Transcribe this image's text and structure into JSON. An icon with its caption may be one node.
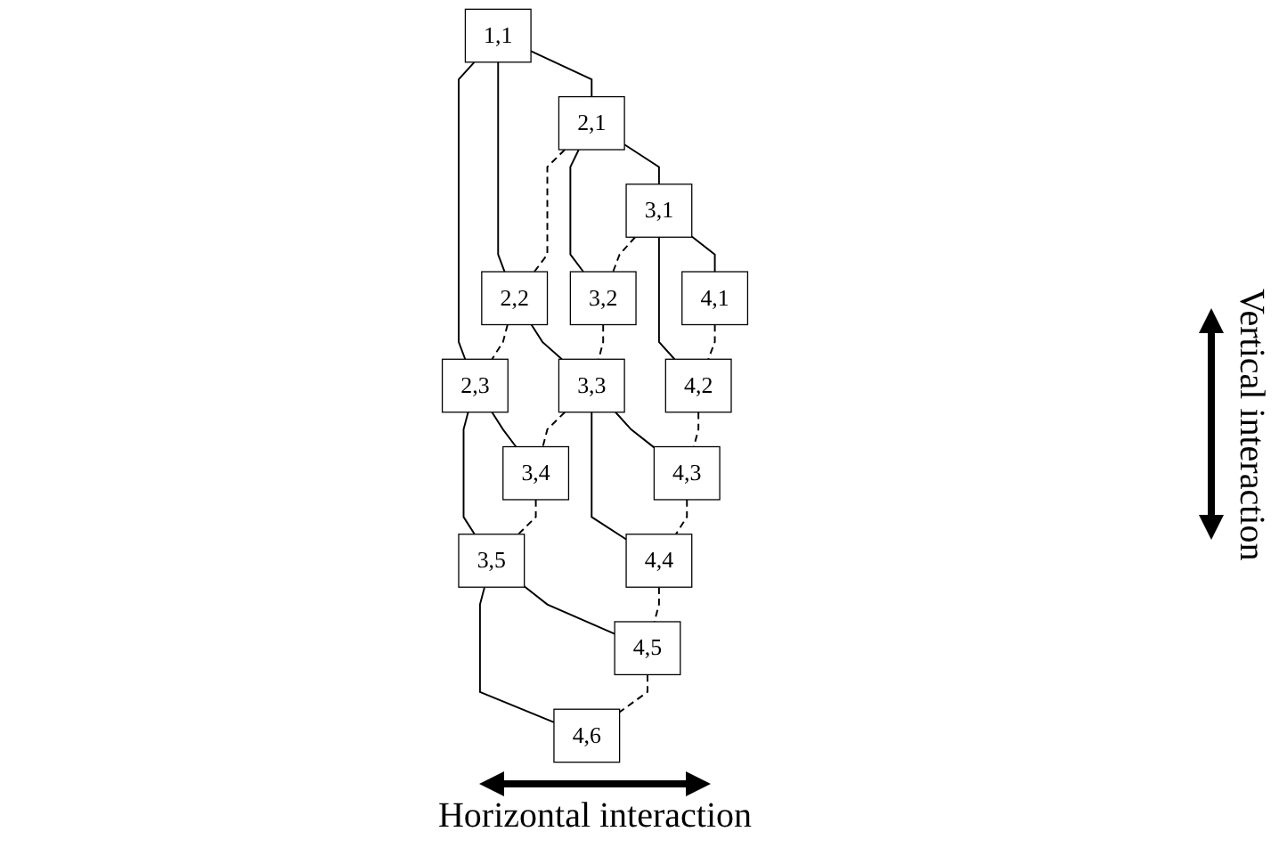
{
  "diagram": {
    "nodes": [
      {
        "text": [
          "1,1"
        ]
      },
      {
        "text": [
          "2,1"
        ]
      },
      {
        "text": [
          "2,2"
        ]
      },
      {
        "text": [
          "2,3"
        ]
      },
      {
        "text": [
          "3,1"
        ]
      },
      {
        "text": [
          "3,2"
        ]
      },
      {
        "text": [
          "3,3"
        ]
      },
      {
        "text": [
          "3,4"
        ]
      },
      {
        "text": [
          "3,5"
        ]
      },
      {
        "text": [
          "4,1"
        ]
      },
      {
        "text": [
          "4,2"
        ]
      },
      {
        "text": [
          "4,3"
        ]
      },
      {
        "text": [
          "4,4"
        ]
      },
      {
        "text": [
          "4,5"
        ]
      },
      {
        "text": [
          "4,6"
        ]
      }
    ],
    "edges": [
      {
        "from": 0,
        "to": 1,
        "arrow": "none"
      },
      {
        "from": 0,
        "to": 2,
        "arrow": "none"
      },
      {
        "from": 0,
        "to": 3,
        "arrow": "none"
      },
      {
        "from": 1,
        "to": 2,
        "arrow": "none",
        "style": "dashed"
      },
      {
        "from": 2,
        "to": 3,
        "arrow": "none",
        "style": "dashed"
      },
      {
        "from": 1,
        "to": 4,
        "arrow": "none"
      },
      {
        "from": 1,
        "to": 5,
        "arrow": "none"
      },
      {
        "from": 2,
        "to": 6,
        "arrow": "none"
      },
      {
        "from": 3,
        "to": 7,
        "arrow": "none"
      },
      {
        "from": 3,
        "to": 8,
        "arrow": "none"
      },
      {
        "from": 4,
        "to": 5,
        "arrow": "none",
        "style": "dashed"
      },
      {
        "from": 5,
        "to": 6,
        "arrow": "none",
        "style": "dashed"
      },
      {
        "from": 6,
        "to": 7,
        "arrow": "none",
        "style": "dashed"
      },
      {
        "from": 7,
        "to": 8,
        "arrow": "none",
        "style": "dashed"
      },
      {
        "from": 4,
        "to": 9,
        "arrow": "none"
      },
      {
        "from": 4,
        "to": 10,
        "arrow": "none"
      },
      {
        "from": 6,
        "to": 11,
        "arrow": "none"
      },
      {
        "from": 6,
        "to": 12,
        "arrow": "none"
      },
      {
        "from": 8,
        "to": 13,
        "arrow": "none"
      },
      {
        "from": 8,
        "to": 14,
        "arrow": "none"
      },
      {
        "from": 9,
        "to": 10,
        "arrow": "none",
        "style": "dashed"
      },
      {
        "from": 10,
        "to": 11,
        "arrow": "none",
        "style": "dashed"
      },
      {
        "from": 11,
        "to": 12,
        "arrow": "none",
        "style": "dashed"
      },
      {
        "from": 12,
        "to": 13,
        "arrow": "none",
        "style": "dashed"
      },
      {
        "from": 13,
        "to": 14,
        "arrow": "none",
        "style": "dashed"
      }
    ],
    "labels": [
      "Vertical interaction",
      "Horizontal interaction"
    ]
  }
}
